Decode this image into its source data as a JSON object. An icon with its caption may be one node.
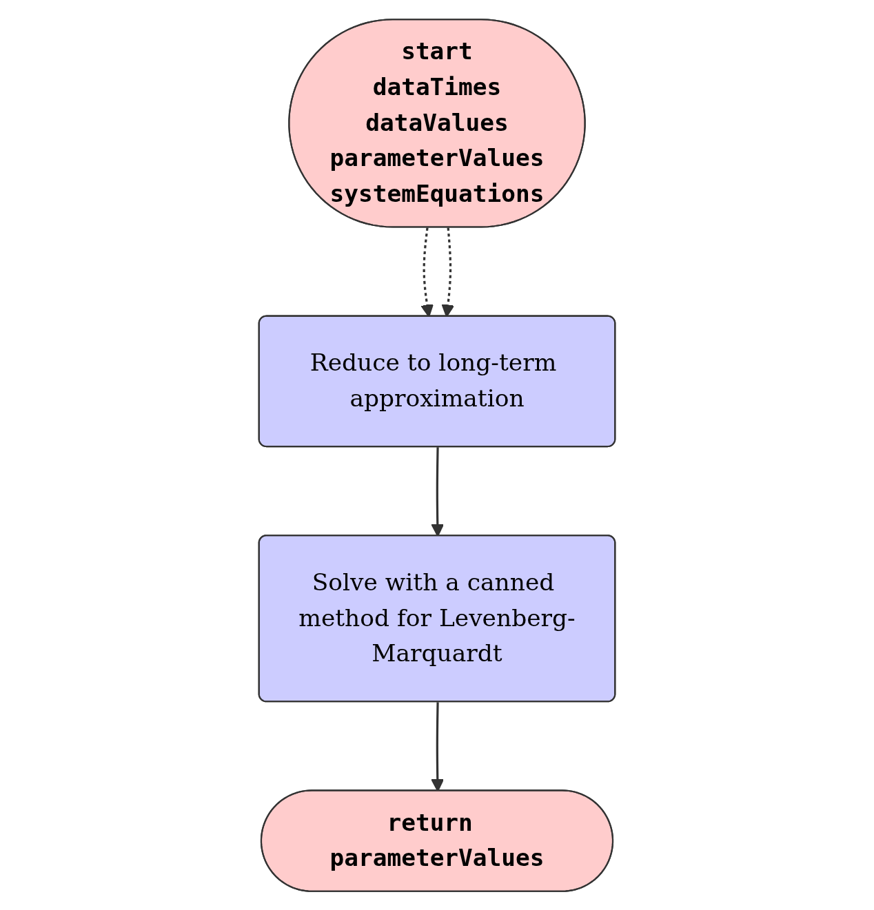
{
  "diagram": {
    "nodes": [
      {
        "text": [
          "start",
          "dataTimes",
          "dataValues",
          "parameterValues",
          "systemEquations"
        ]
      },
      {
        "text": [
          "Reduce to long-term approximation"
        ]
      },
      {
        "text": [
          "Solve with a canned method for Levenberg-Marquardt"
        ]
      },
      {
        "text": [
          "return parameterValues"
        ]
      }
    ],
    "edges": [
      {
        "from": 0,
        "to": 1,
        "arrow": "to",
        "style": "dashed"
      },
      {
        "from": 0,
        "to": 1,
        "arrow": "to",
        "style": "dashed"
      },
      {
        "from": 1,
        "to": 2,
        "arrow": "to"
      },
      {
        "from": 2,
        "to": 3,
        "arrow": "to"
      }
    ]
  }
}
